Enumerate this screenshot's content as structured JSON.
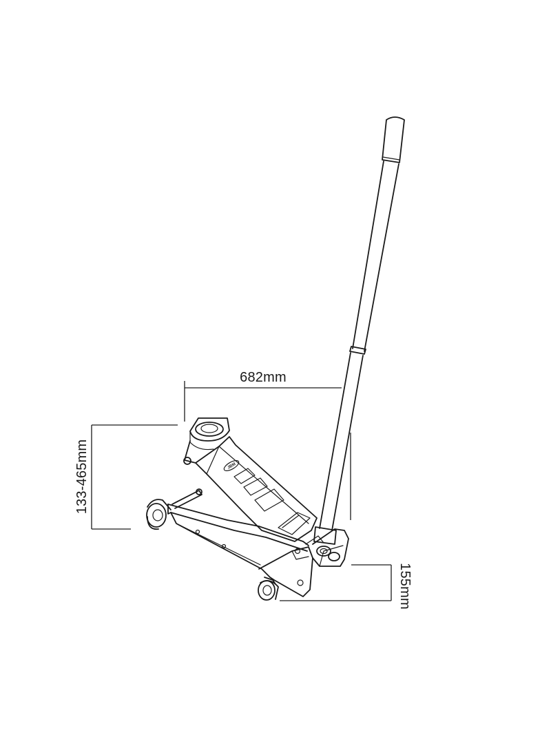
{
  "dimensions": {
    "length": "682mm",
    "lift_height": "133-465mm",
    "chassis_height": "155mm"
  },
  "brand_badge": "JBM",
  "colors": {
    "line": "#1a1a1a",
    "background": "#ffffff"
  }
}
